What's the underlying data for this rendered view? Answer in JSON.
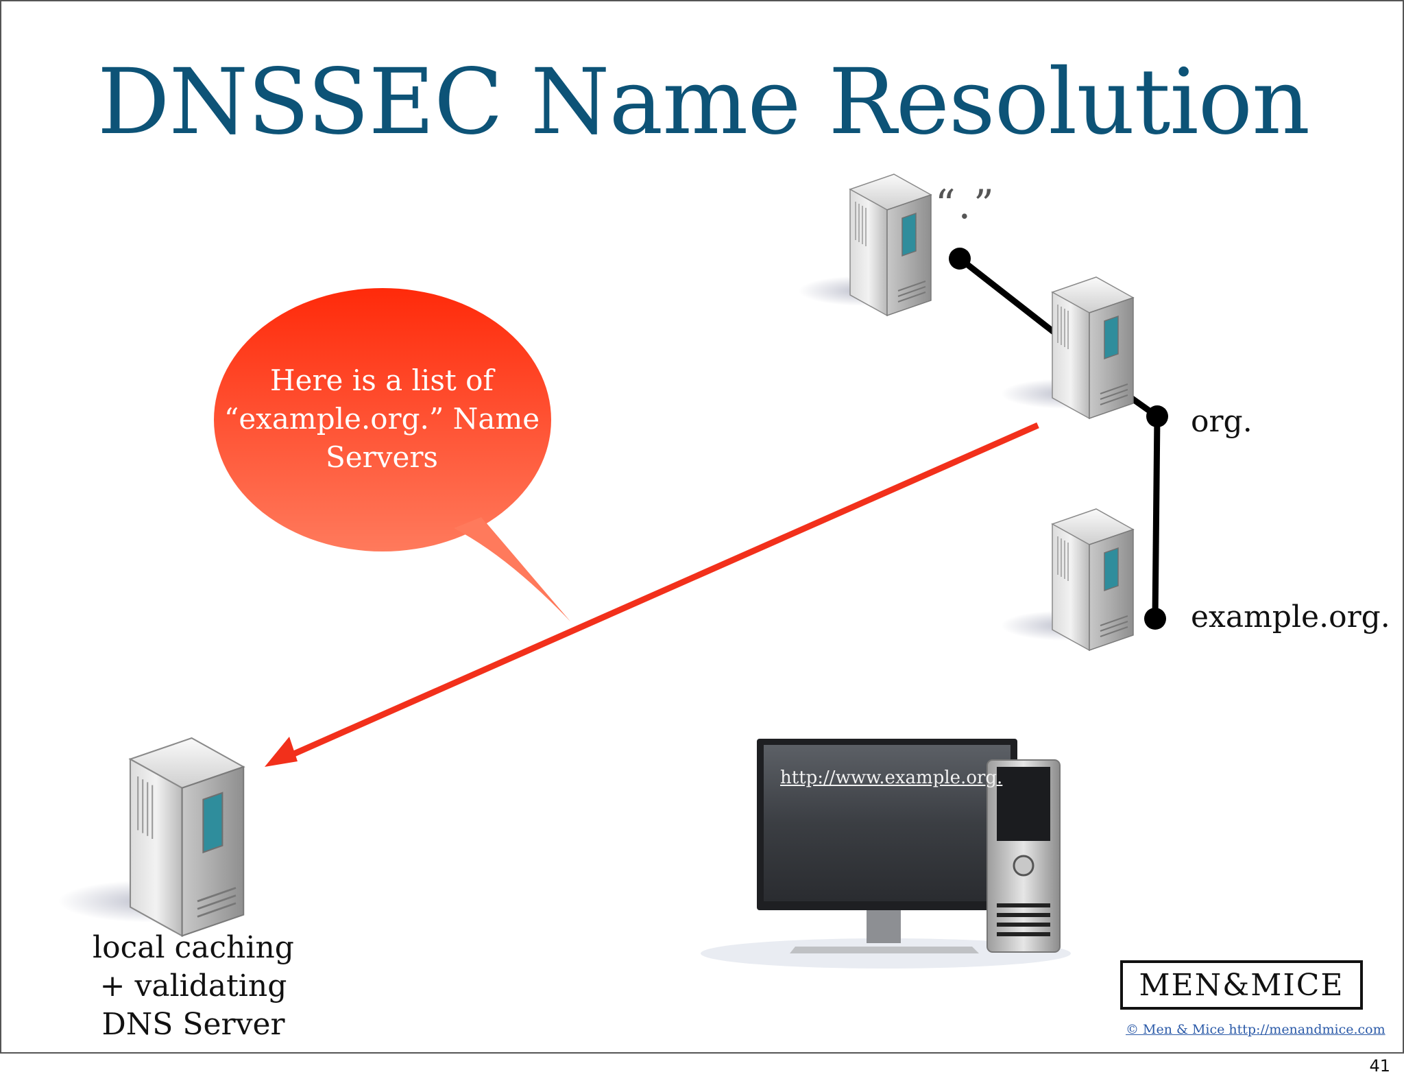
{
  "slide": {
    "title": "DNSSEC Name Resolution",
    "page_number": "41"
  },
  "zones": {
    "root": "“.”",
    "org": "org.",
    "example": "example.org."
  },
  "local_server": {
    "label": "local caching + validating DNS Server"
  },
  "speech_bubble": {
    "text": "Here is a list of “example.org.” Name Servers"
  },
  "client": {
    "url": "http://www.example.org."
  },
  "footer": {
    "logo": "MEN&MICE",
    "copyright": "© Men & Mice  http://menandmice.com"
  },
  "colors": {
    "title": "#0d5377",
    "arrow": "#f2301b",
    "bubble_top": "#ff2a0a",
    "bubble_bottom": "#ff7a5c",
    "tree_line": "#000000"
  },
  "icons": [
    "server-icon",
    "workstation-icon"
  ]
}
